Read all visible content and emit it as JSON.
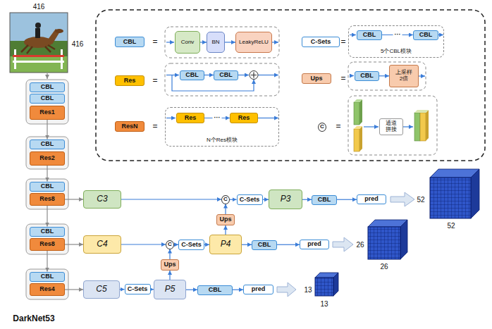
{
  "diagram": {
    "nodes": [
      {
        "text": [
          "CBL"
        ]
      },
      {
        "text": [
          "Conv"
        ]
      },
      {
        "text": [
          "BN"
        ]
      },
      {
        "text": [
          "LeakyReLU"
        ]
      },
      {
        "text": [
          "C-Sets"
        ]
      },
      {
        "text": [
          "5个CBL模块"
        ]
      },
      {
        "text": [
          "CBL"
        ],
        "in": 5
      },
      {
        "text": [
          "CBL"
        ],
        "in": 5
      },
      {
        "text": [
          "Res"
        ]
      },
      {
        "text": [
          "CBL"
        ]
      },
      {
        "text": [
          "CBL"
        ]
      },
      {
        "text": [
          "Ups"
        ]
      },
      {
        "text": [
          "CBL"
        ]
      },
      {
        "text": [
          "上采样 2倍"
        ]
      },
      {
        "text": [
          "ResN"
        ]
      },
      {
        "text": [
          "N个Res模块"
        ]
      },
      {
        "text": [
          "Res"
        ],
        "in": 15
      },
      {
        "text": [
          "Res"
        ],
        "in": 15
      },
      {
        "text": [
          "C"
        ]
      },
      {
        "text": [
          "通道 拼接"
        ]
      },
      {
        "text": [
          "CBL"
        ]
      },
      {
        "text": [
          "CBL"
        ]
      },
      {
        "text": [
          "Res1"
        ]
      },
      {
        "text": [
          "CBL"
        ]
      },
      {
        "text": [
          "Res2"
        ]
      },
      {
        "text": [
          "CBL"
        ]
      },
      {
        "text": [
          "Res8"
        ]
      },
      {
        "text": [
          "CBL"
        ]
      },
      {
        "text": [
          "Res8"
        ]
      },
      {
        "text": [
          "CBL"
        ]
      },
      {
        "text": [
          "Res4"
        ]
      },
      {
        "text": [
          "C3"
        ]
      },
      {
        "text": [
          "C"
        ]
      },
      {
        "text": [
          "C-Sets"
        ]
      },
      {
        "text": [
          "P3"
        ]
      },
      {
        "text": [
          "CBL"
        ]
      },
      {
        "text": [
          "pred"
        ]
      },
      {
        "text": [
          "Ups"
        ]
      },
      {
        "text": [
          "C4"
        ]
      },
      {
        "text": [
          "C"
        ]
      },
      {
        "text": [
          "C-Sets"
        ]
      },
      {
        "text": [
          "P4"
        ]
      },
      {
        "text": [
          "CBL"
        ]
      },
      {
        "text": [
          "pred"
        ]
      },
      {
        "text": [
          "Ups"
        ]
      },
      {
        "text": [
          "C5"
        ]
      },
      {
        "text": [
          "C-Sets"
        ]
      },
      {
        "text": [
          "P5"
        ]
      },
      {
        "text": [
          "CBL"
        ]
      },
      {
        "text": [
          "pred"
        ]
      }
    ],
    "edges": [
      {
        "from": 1,
        "to": 2,
        "arrow": "to"
      },
      {
        "from": 2,
        "to": 3,
        "arrow": "to"
      },
      {
        "from": 6,
        "to": 7,
        "label": "···",
        "arrow": "to"
      },
      {
        "from": 9,
        "to": 10,
        "arrow": "to"
      },
      {
        "from": 12,
        "to": 13,
        "arrow": "to"
      },
      {
        "from": 16,
        "to": 17,
        "label": "···",
        "arrow": "to"
      },
      {
        "from": 22,
        "to": 23,
        "arrow": "to"
      },
      {
        "from": 24,
        "to": 25,
        "arrow": "to"
      },
      {
        "from": 26,
        "to": 27,
        "arrow": "to"
      },
      {
        "from": 28,
        "to": 29,
        "arrow": "to"
      },
      {
        "from": 26,
        "to": 31,
        "arrow": "to"
      },
      {
        "from": 28,
        "to": 38,
        "arrow": "to"
      },
      {
        "from": 30,
        "to": 45,
        "arrow": "to"
      },
      {
        "from": 31,
        "to": 32,
        "arrow": "to"
      },
      {
        "from": 32,
        "to": 33,
        "arrow": "to"
      },
      {
        "from": 33,
        "to": 34,
        "arrow": "to"
      },
      {
        "from": 34,
        "to": 35,
        "arrow": "to"
      },
      {
        "from": 35,
        "to": 36,
        "arrow": "to"
      },
      {
        "from": 41,
        "to": 37,
        "arrow": "to"
      },
      {
        "from": 37,
        "to": 32,
        "arrow": "to"
      },
      {
        "from": 38,
        "to": 39,
        "arrow": "to"
      },
      {
        "from": 39,
        "to": 40,
        "arrow": "to"
      },
      {
        "from": 40,
        "to": 41,
        "arrow": "to"
      },
      {
        "from": 41,
        "to": 42,
        "arrow": "to"
      },
      {
        "from": 42,
        "to": 43,
        "arrow": "to"
      },
      {
        "from": 47,
        "to": 44,
        "arrow": "to"
      },
      {
        "from": 44,
        "to": 39,
        "arrow": "to"
      },
      {
        "from": 45,
        "to": 46,
        "arrow": "to"
      },
      {
        "from": 46,
        "to": 47,
        "arrow": "to"
      },
      {
        "from": 47,
        "to": 48,
        "arrow": "to"
      },
      {
        "from": 48,
        "to": 49,
        "arrow": "to"
      }
    ],
    "labels": [
      "416",
      "416",
      "=",
      "=",
      "=",
      "=",
      "=",
      "=",
      "DarkNet53",
      "52",
      "52",
      "26",
      "26",
      "13",
      "13"
    ]
  }
}
